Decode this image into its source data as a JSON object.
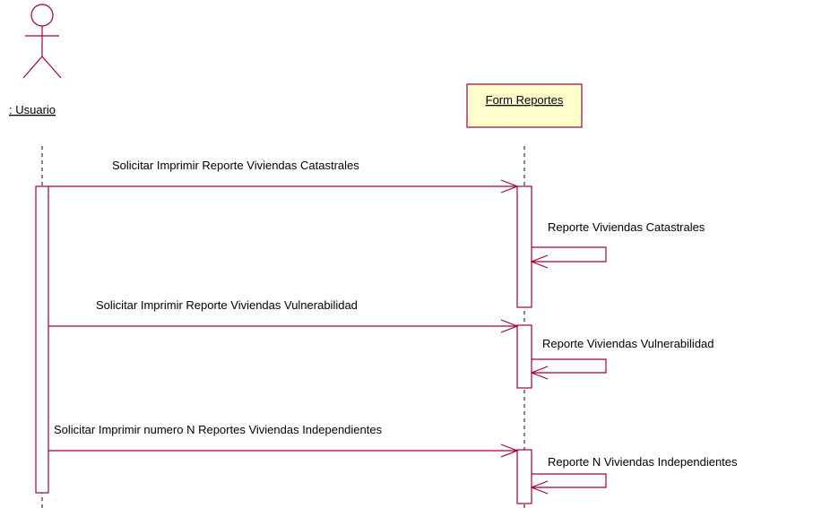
{
  "actor": {
    "label": ": Usuario",
    "icon": "stick-figure-actor-icon"
  },
  "object": {
    "label": "Form Reportes"
  },
  "messages": [
    {
      "label": "Solicitar Imprimir  Reporte Viviendas Catastrales",
      "from": "actor",
      "to": "object",
      "kind": "call"
    },
    {
      "label": "Reporte Viviendas Catastrales",
      "from": "object",
      "to": "object",
      "kind": "self"
    },
    {
      "label": "Solicitar Imprimir  Reporte Viviendas Vulnerabilidad",
      "from": "actor",
      "to": "object",
      "kind": "call"
    },
    {
      "label": "Reporte Viviendas Vulnerabilidad",
      "from": "object",
      "to": "object",
      "kind": "self"
    },
    {
      "label": "Solicitar Imprimir  numero N Reportes Viviendas Independientes",
      "from": "actor",
      "to": "object",
      "kind": "call"
    },
    {
      "label": "Reporte N Viviendas Independientes",
      "from": "object",
      "to": "object",
      "kind": "self"
    }
  ],
  "colors": {
    "line": "#a0003c",
    "object_fill": "#ffffcc",
    "lifeline": "#000000"
  }
}
